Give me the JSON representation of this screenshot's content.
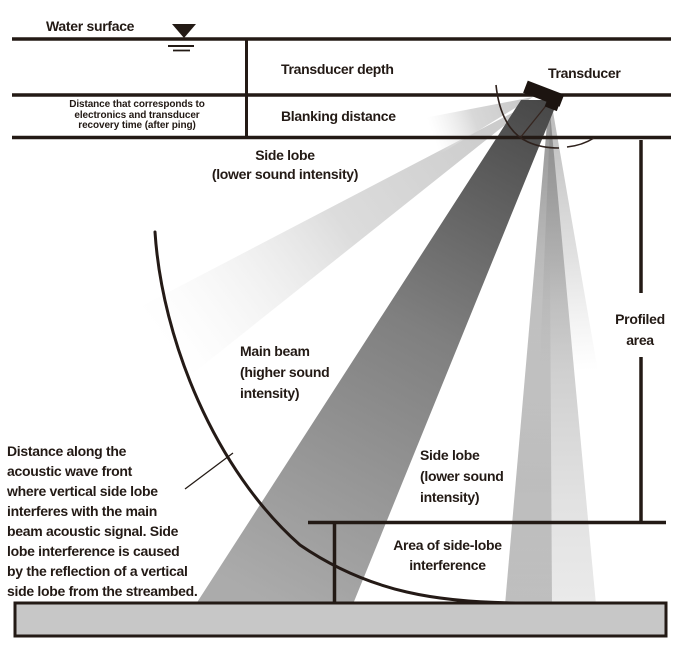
{
  "colors": {
    "background": "#ffffff",
    "ink": "#231a15",
    "streambed_fill": "#c7c7c7",
    "main_beam_dark": "#484848",
    "main_beam_light": "#ababab",
    "side_lobe_left_gray": "#c8c8c8",
    "side_lobe_right_dark": "#9a9a9a",
    "side_lobe_right_light": "#eaeaea"
  },
  "labels": {
    "water_surface": "Water surface",
    "transducer_depth": "Transducer depth",
    "transducer": "Transducer",
    "blanking_distance": "Blanking distance",
    "recovery_note": [
      "Distance that corresponds to",
      "electronics and transducer",
      "recovery time (after ping)"
    ],
    "side_lobe_upper": [
      "Side lobe",
      "(lower sound intensity)"
    ],
    "main_beam": [
      "Main beam",
      "(higher sound",
      "intensity)"
    ],
    "side_lobe_right": [
      "Side lobe",
      "(lower sound",
      "intensity)"
    ],
    "profiled_area": [
      "Profiled",
      "area"
    ],
    "interference_area": [
      "Area of side-lobe",
      "interference"
    ],
    "wavefront_note": [
      "Distance along the",
      "acoustic wave front",
      "where vertical side lobe",
      "interferes with the main",
      "beam acoustic signal. Side",
      "lobe interference is caused",
      "by the reflection of a vertical",
      "side lobe from the streambed."
    ]
  }
}
